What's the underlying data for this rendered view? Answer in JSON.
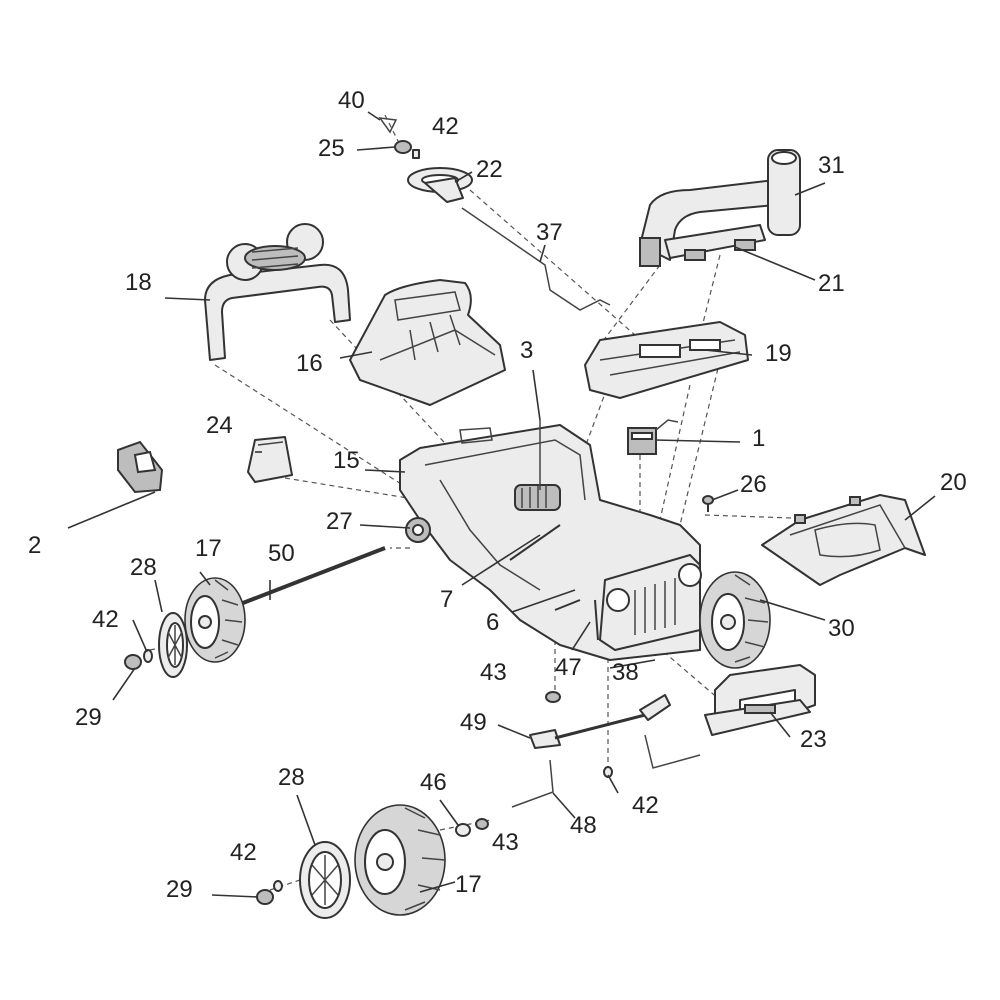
{
  "callouts": {
    "c1": "1",
    "c2": "2",
    "c3": "3",
    "c6": "6",
    "c7": "7",
    "c15": "15",
    "c16": "16",
    "c17a": "17",
    "c17b": "17",
    "c18": "18",
    "c19": "19",
    "c20": "20",
    "c21": "21",
    "c22": "22",
    "c23": "23",
    "c24": "24",
    "c25": "25",
    "c26": "26",
    "c27": "27",
    "c28a": "28",
    "c28b": "28",
    "c29a": "29",
    "c29b": "29",
    "c30": "30",
    "c31": "31",
    "c37": "37",
    "c38": "38",
    "c40": "40",
    "c42a": "42",
    "c42b": "42",
    "c42c": "42",
    "c42d": "42",
    "c43a": "43",
    "c43b": "43",
    "c46": "46",
    "c47": "47",
    "c48": "48",
    "c49": "49",
    "c50": "50"
  },
  "colors": {
    "line": "#333333",
    "part_fill": "#ececec",
    "background": "#ffffff"
  }
}
